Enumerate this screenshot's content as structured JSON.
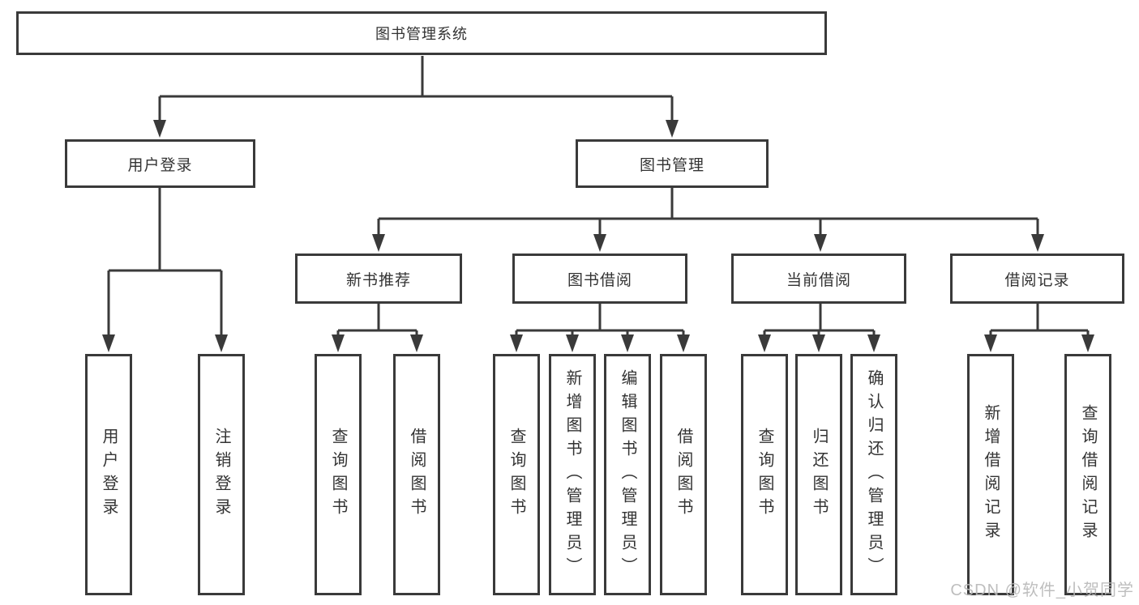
{
  "tree": {
    "root": {
      "label": "图书管理系统"
    },
    "branches": [
      {
        "label": "用户登录",
        "children": [
          {
            "label": "用户登录"
          },
          {
            "label": "注销登录"
          }
        ]
      },
      {
        "label": "图书管理",
        "groups": [
          {
            "label": "新书推荐",
            "children": [
              {
                "label": "查询图书"
              },
              {
                "label": "借阅图书"
              }
            ]
          },
          {
            "label": "图书借阅",
            "children": [
              {
                "label": "查询图书"
              },
              {
                "label": "新增图书（管理员）"
              },
              {
                "label": "编辑图书（管理员）"
              },
              {
                "label": "借阅图书"
              }
            ]
          },
          {
            "label": "当前借阅",
            "children": [
              {
                "label": "查询图书"
              },
              {
                "label": "归还图书"
              },
              {
                "label": "确认归还（管理员）"
              }
            ]
          },
          {
            "label": "借阅记录",
            "children": [
              {
                "label": "新增借阅记录"
              },
              {
                "label": "查询借阅记录"
              }
            ]
          }
        ]
      }
    ]
  },
  "watermark": {
    "text": "CSDN @软件_小贺同学",
    "color": "#b8b8b8"
  },
  "colors": {
    "line": "#3a3a3a",
    "text": "#333333",
    "background": "#ffffff"
  }
}
